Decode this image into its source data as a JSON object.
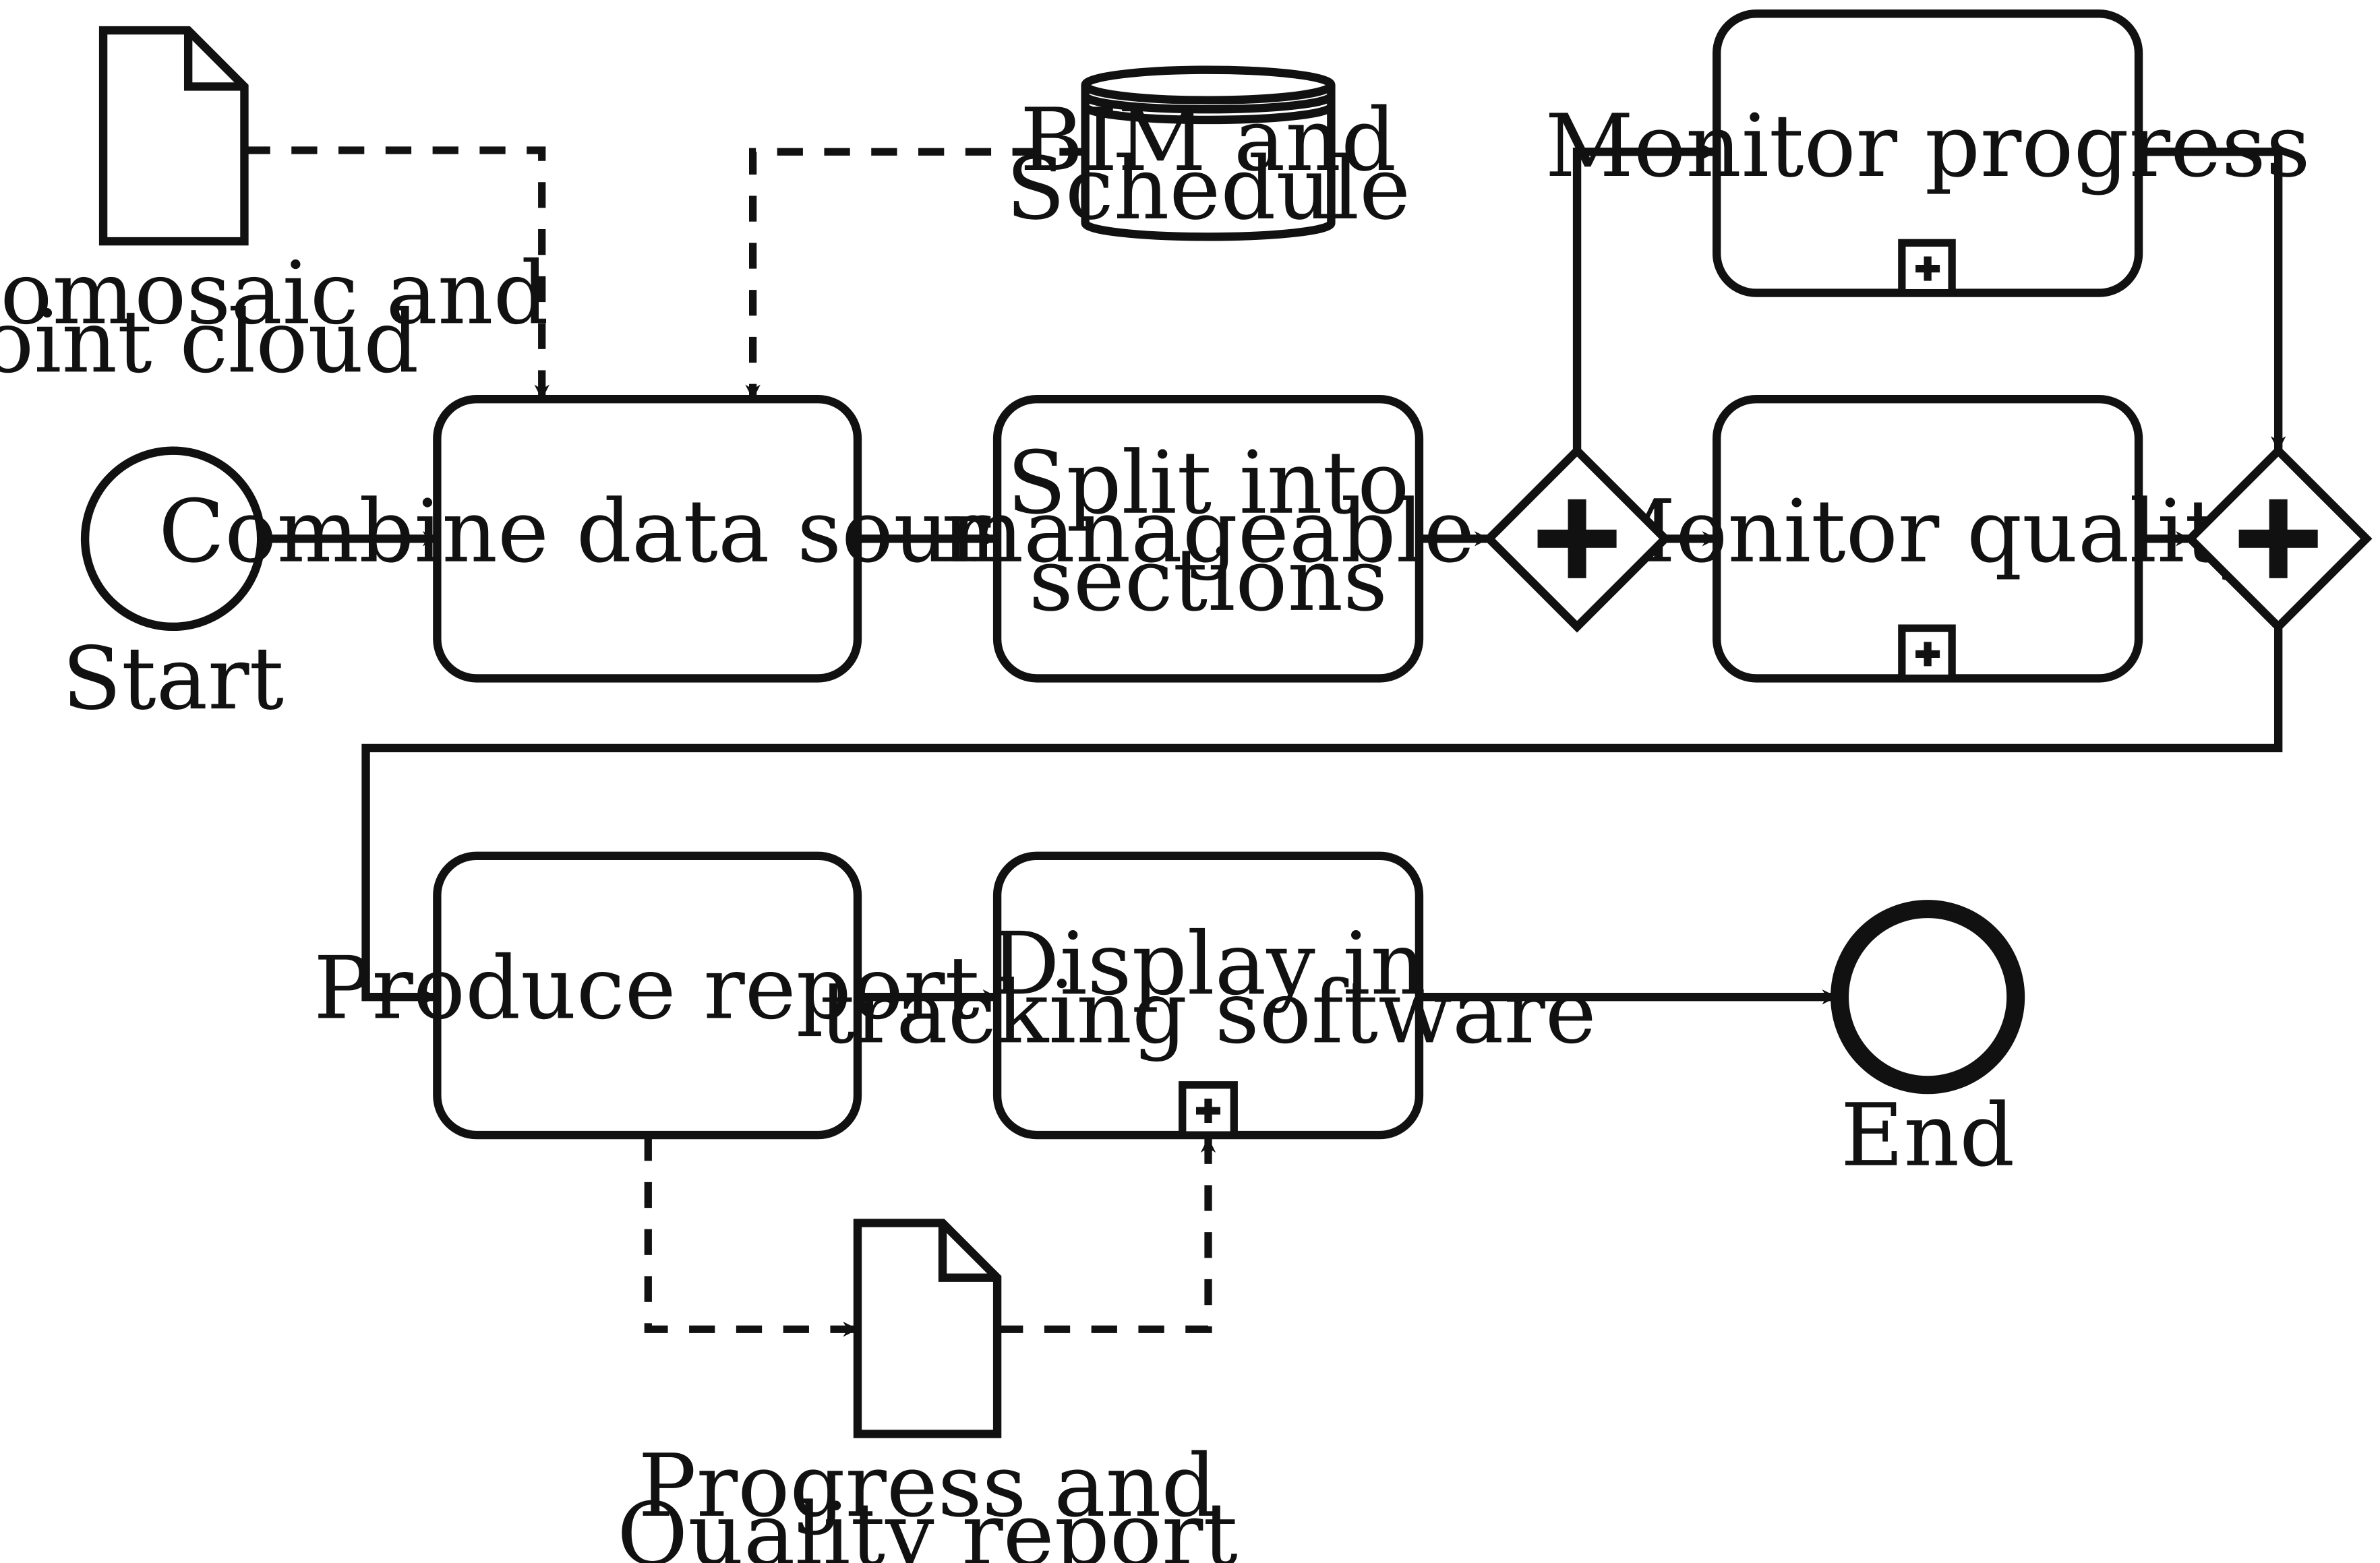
{
  "events": {
    "start": {
      "label": "Start"
    },
    "end": {
      "label": "End"
    }
  },
  "tasks": {
    "combine": {
      "label": [
        "Combine data sources"
      ]
    },
    "split": {
      "label": [
        "Split into",
        "manageable",
        "sections"
      ]
    },
    "monitor_progress": {
      "label": [
        "Monitor progress"
      ],
      "subprocess": true
    },
    "monitor_quality": {
      "label": [
        "Monitor quality"
      ],
      "subprocess": true
    },
    "produce_report": {
      "label": [
        "Produce report"
      ]
    },
    "display": {
      "label": [
        "Display in",
        "tracking software"
      ],
      "subprocess": true
    }
  },
  "artifacts": {
    "ortho_doc": {
      "label": [
        "Orthomosaic and",
        "Point cloud"
      ]
    },
    "bim_store": {
      "label": [
        "BIM and",
        "Schedule"
      ]
    },
    "report_doc": {
      "label": [
        "Progress and",
        "Quality report"
      ]
    }
  },
  "gateways": {
    "split_gateway": {
      "type": "parallel"
    },
    "join_gateway": {
      "type": "parallel"
    }
  },
  "colors": {
    "stroke": "#111111",
    "fill": "#ffffff"
  }
}
